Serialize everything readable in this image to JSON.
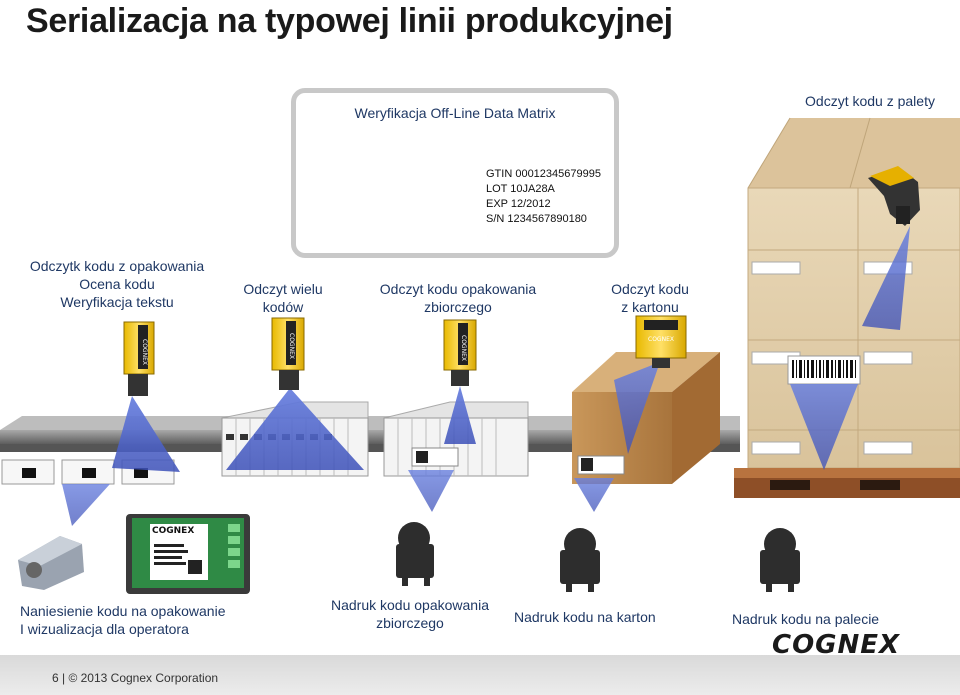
{
  "title": "Serializacja na typowej linii produkcyjnej",
  "callout": {
    "title": "Weryfikacja Off-Line Data Matrix",
    "info_lines": [
      "GTIN  00012345679995",
      "LOT  10JA28A",
      "EXP  12/2012",
      "S/N  1234567890180"
    ]
  },
  "labels": {
    "pallet_read": "Odczyt kodu z palety",
    "pack_read": [
      "Odczytk kodu z opakowania",
      "Ocena kodu",
      "Weryfikacja tekstu"
    ],
    "multi_read": [
      "Odczyt wielu",
      "kodów"
    ],
    "bundle_read": [
      "Odczyt kodu opakowania",
      "zbiorczego"
    ],
    "carton_read": [
      "Odczyt kodu",
      "z kartonu"
    ]
  },
  "bottom_labels": {
    "apply_pack": [
      "Naniesienie kodu na opakowanie",
      "I wizualizacja dla operatora"
    ],
    "print_bundle": [
      "Nadruk kodu opakowania",
      "zbiorczego"
    ],
    "print_carton": "Nadruk kodu na karton",
    "print_pallet": "Nadruk kodu na palecie"
  },
  "hmi": {
    "brand": "COGNEX"
  },
  "camera_brand": "COGNEX",
  "logo": "COGNEX",
  "footer": "6  |  © 2013 Cognex Corporation",
  "colors": {
    "label_blue": "#1f3864",
    "beam": "#4a63c8",
    "camera_yellow": "#f2cc2a",
    "box_brown": "#c9975a",
    "pallet": "#a8643a",
    "conveyor": "#8c8c8c"
  }
}
